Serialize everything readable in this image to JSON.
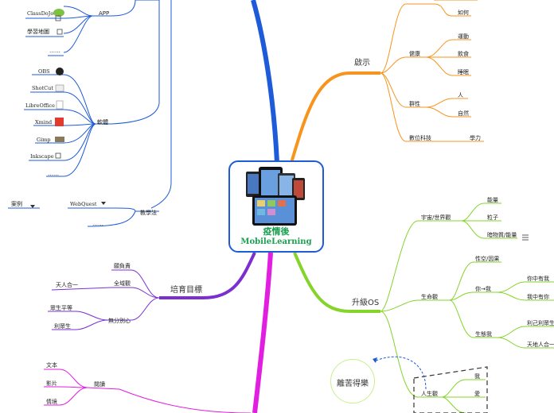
{
  "center": {
    "title": "疫情後",
    "subtitle": "MobileLearning"
  },
  "floating_topic": "離苦得樂",
  "top_left": {
    "app_label": "APP",
    "classdojo": "ClassDoJo",
    "learning_map": "學習地圖",
    "ellipsis1": "……",
    "software_label": "軟體",
    "obs": "OBS",
    "shotcut": "ShotCut",
    "libreoffice": "LibreOffice",
    "xmind": "Xmind",
    "gimp": "Gimp",
    "inkscape": "Inkscape",
    "ellipsis2": "……",
    "teaching_label": "教學法",
    "case": "案例",
    "webquest": "WebQuest",
    "ellipsis3": "……"
  },
  "cultivate": {
    "label": "培育目標",
    "responsible": "願負責",
    "holistic": "全域觀",
    "unity": "天人合一",
    "no_ego": "無分別心",
    "equality": "眾生平等",
    "benefit": "利眾生"
  },
  "reading": {
    "label": "閱讀",
    "text": "文本",
    "film": "影片",
    "context": "情境"
  },
  "inspire": {
    "label": "啟示",
    "how": "如何",
    "health": "健康",
    "exercise": "運動",
    "diet": "飲食",
    "sleep": "睡眠",
    "group": "群性",
    "people": "人",
    "nature": "自然",
    "digital": "數位科技",
    "learning": "學力"
  },
  "upgrade": {
    "label": "升級OS",
    "universe": "宇宙/世界觀",
    "energy": "能量",
    "particle": "粒子",
    "dark": "暗物質/能量",
    "life": "生命觀",
    "emptiness": "性空/因果",
    "you_me": "你→我",
    "you_in_me": "你中有我",
    "me_in_you": "我中有你",
    "ecology": "生態我",
    "benefit_self": "利己利眾生",
    "heaven": "天地人合一",
    "life_view": "人生觀",
    "me": "我",
    "love": "愛"
  },
  "colors": {
    "blue": "#1e5bd8",
    "orange": "#f7941d",
    "green": "#84d42a",
    "purple": "#7b2fd1",
    "magenta": "#e21fe0"
  }
}
